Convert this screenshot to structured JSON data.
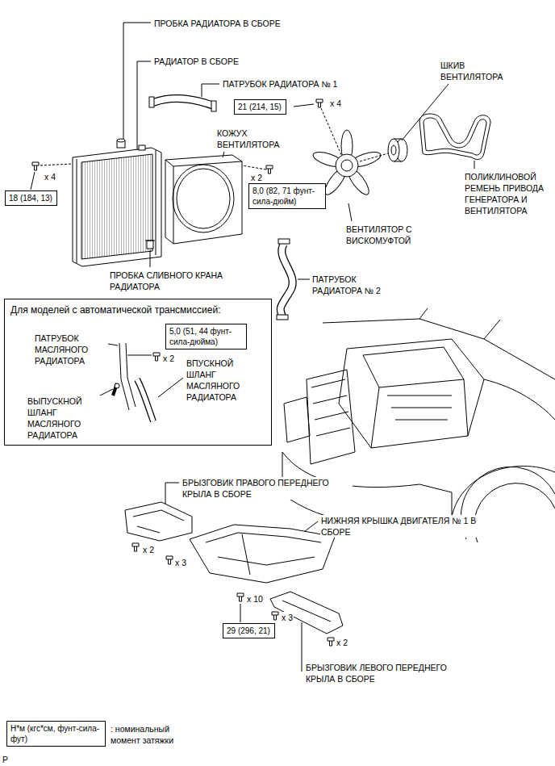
{
  "diagram": {
    "nodes": [
      {
        "text": [
          "21 (214, 15)"
        ]
      },
      {
        "text": [
          "8,0 (82, 71 фунт-сила-дюйм)"
        ]
      },
      {
        "text": [
          "18 (184, 13)"
        ]
      },
      {
        "text": [
          "Для моделей с автоматической трансмиссией:"
        ]
      },
      {
        "text": [
          "5,0 (51, 44 фунт-сила-дюйма)"
        ],
        "in": 3
      },
      {
        "text": [
          "29 (296, 21)"
        ]
      },
      {
        "text": [
          "Н*м (кгс*см, фунт-сила-фут)"
        ]
      }
    ],
    "edges": [],
    "labels": [
      "ПРОБКА РАДИАТОРА В СБОРЕ",
      "РАДИАТОР В СБОРЕ",
      "ПАТРУБОК РАДИАТОРА № 1",
      "ШКИВ ВЕНТИЛЯТОРА",
      "x 4",
      "КОЖУХ ВЕНТИЛЯТОРА",
      "x 4",
      "x 2",
      "ПОЛИКЛИНОВОЙ РЕМЕНЬ ПРИВОДА ГЕНЕРАТОРА И ВЕНТИЛЯТОРА",
      "ВЕНТИЛЯТОР С ВИСКОМУФТОЙ",
      "ПРОБКА СЛИВНОГО КРАНА РАДИАТОРА",
      "ПАТРУБОК РАДИАТОРА № 2",
      "ПАТРУБОК МАСЛЯНОГО РАДИАТОРА",
      "x 2",
      "ВПУСКНОЙ ШЛАНГ МАСЛЯНОГО РАДИАТОРА",
      "ВЫПУСКНОЙ ШЛАНГ МАСЛЯНОГО РАДИАТОРА",
      "БРЫЗГОВИК ПРАВОГО ПЕРЕДНЕГО КРЫЛА В СБОРЕ",
      "НИЖНЯЯ КРЫШКА ДВИГАТЕЛЯ № 1 В СБОРЕ",
      "x 2",
      "x 3",
      "x 10",
      "x 3",
      "x 2",
      "БРЫЗГОВИК ЛЕВОГО ПЕРЕДНЕГО КРЫЛА В СБОРЕ",
      ": номинальный момент затяжки",
      "P"
    ]
  }
}
